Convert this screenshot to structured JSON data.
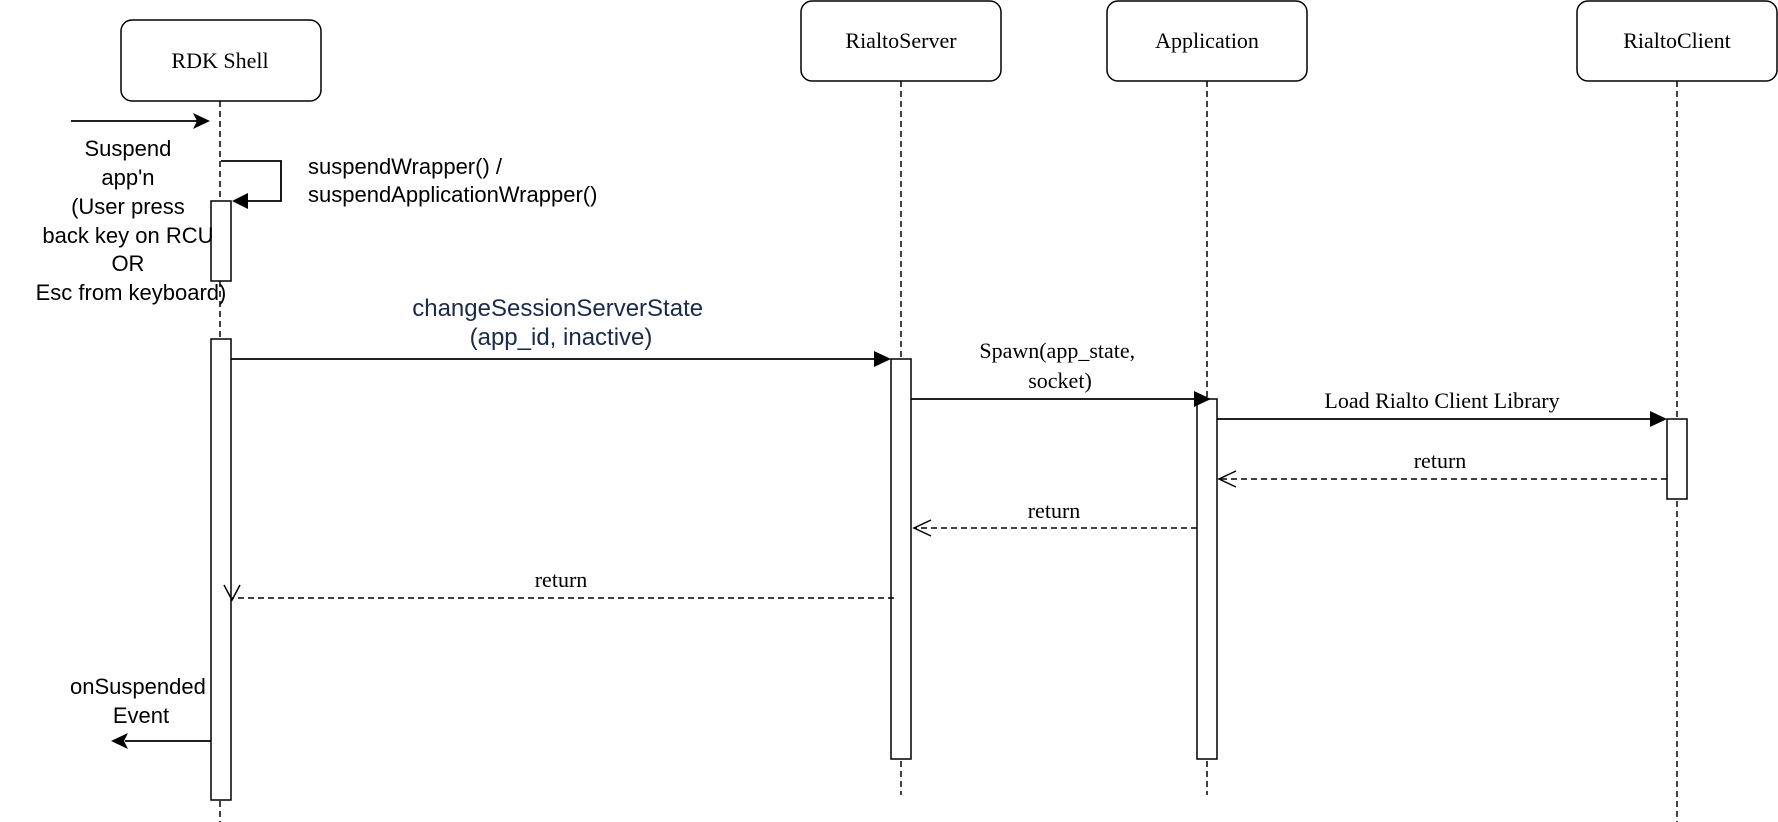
{
  "participants": {
    "rdk_shell": "RDK Shell",
    "rialto_server": "RialtoServer",
    "application": "Application",
    "rialto_client": "RialtoClient"
  },
  "notes": {
    "suspend_trigger": [
      "Suspend",
      "app'n",
      "(User press",
      "back key on RCU",
      "OR",
      "Esc from keyboard)"
    ],
    "on_suspended": [
      "onSuspended",
      "Event"
    ]
  },
  "messages": {
    "self_call": [
      "suspendWrapper() /",
      "suspendApplicationWrapper()"
    ],
    "change_state": [
      "changeSessionServerState",
      "(app_id, inactive)"
    ],
    "spawn": [
      "Spawn(app_state,",
      "socket)"
    ],
    "load_library": "Load Rialto Client Library",
    "return_client": "return",
    "return_app": "return",
    "return_server": "return"
  },
  "colors": {
    "line": "#000000",
    "change_state_text": "#1a2a4a"
  }
}
